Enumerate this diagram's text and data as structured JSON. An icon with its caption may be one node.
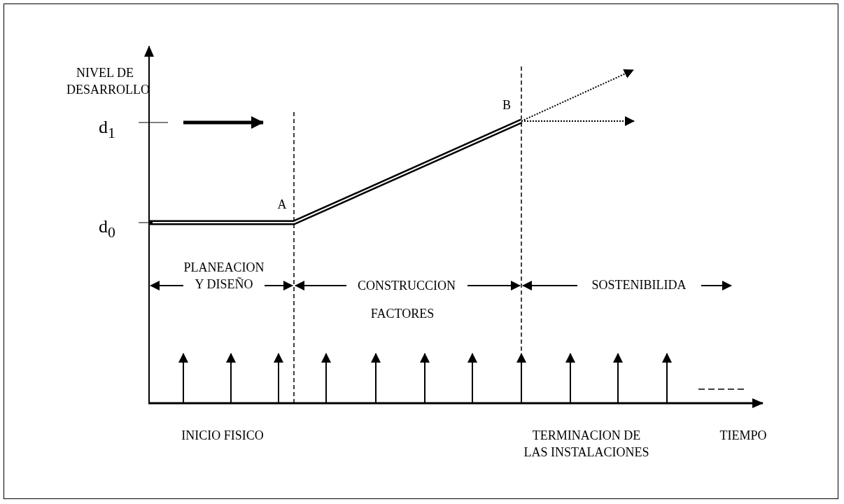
{
  "diagram": {
    "labels": [
      "NIVEL DE DESARROLLO",
      "d$_{1}$",
      "B",
      "d$_{0}$",
      "A",
      "PLANEACION Y DISEÑO",
      "CONSTRUCCION",
      "SOSTENIBILIDA",
      "FACTORES",
      "INICIO FISICO",
      "TERMINACION DE LAS INSTALACIONES",
      "TIEMPO"
    ]
  }
}
